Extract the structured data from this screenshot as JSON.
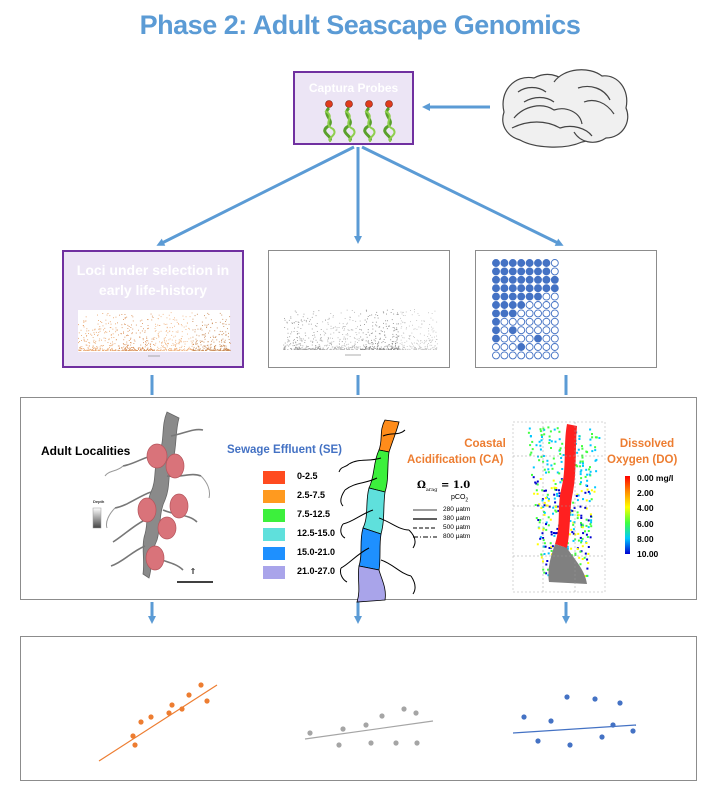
{
  "title": "Phase 2: Adult Seascape Genomics",
  "probe_box": {
    "label": "Captura Probes"
  },
  "loci_box": {
    "label": "Loci under selection in early life-history"
  },
  "env_panel": {
    "adult_localities": "Adult Localities",
    "sewage": {
      "title": "Sewage Effluent (SE)",
      "legend": [
        {
          "label": "0-2.5",
          "color": "#ff4b1f"
        },
        {
          "label": "2.5-7.5",
          "color": "#ff9a1f"
        },
        {
          "label": "7.5-12.5",
          "color": "#3cf03c"
        },
        {
          "label": "12.5-15.0",
          "color": "#5fe0dc"
        },
        {
          "label": "15.0-21.0",
          "color": "#1e90ff"
        },
        {
          "label": "21.0-27.0",
          "color": "#a9a4ea"
        }
      ]
    },
    "acidification": {
      "title_line1": "Coastal",
      "title_line2": "Acidification (CA)",
      "omega": "Ω",
      "omega_sub": "arag",
      "omega_val": "= 1.0",
      "pco2": "pCO",
      "pco2_sub": "2",
      "legend": [
        {
          "label": "280 μatm",
          "style": "solid-thin"
        },
        {
          "label": "380 μatm",
          "style": "solid"
        },
        {
          "label": "500 μatm",
          "style": "dashed"
        },
        {
          "label": "800 μatm",
          "style": "dashdot"
        }
      ]
    },
    "oxygen": {
      "title_line1": "Dissolved",
      "title_line2": "Oxygen (DO)",
      "ticks": [
        "0.00 mg/l",
        "2.00",
        "4.00",
        "6.00",
        "8.00",
        "10.00"
      ],
      "colors": [
        "#ff0000",
        "#ff8c00",
        "#ffff00",
        "#40ff40",
        "#00c8ff",
        "#0000d0"
      ]
    },
    "depth_label": "Depth"
  },
  "regressions": {
    "colors": {
      "left": "#ed7d31",
      "middle": "#a5a5a5",
      "right": "#4472c4"
    },
    "arrow_color": "#5b9bd5"
  }
}
